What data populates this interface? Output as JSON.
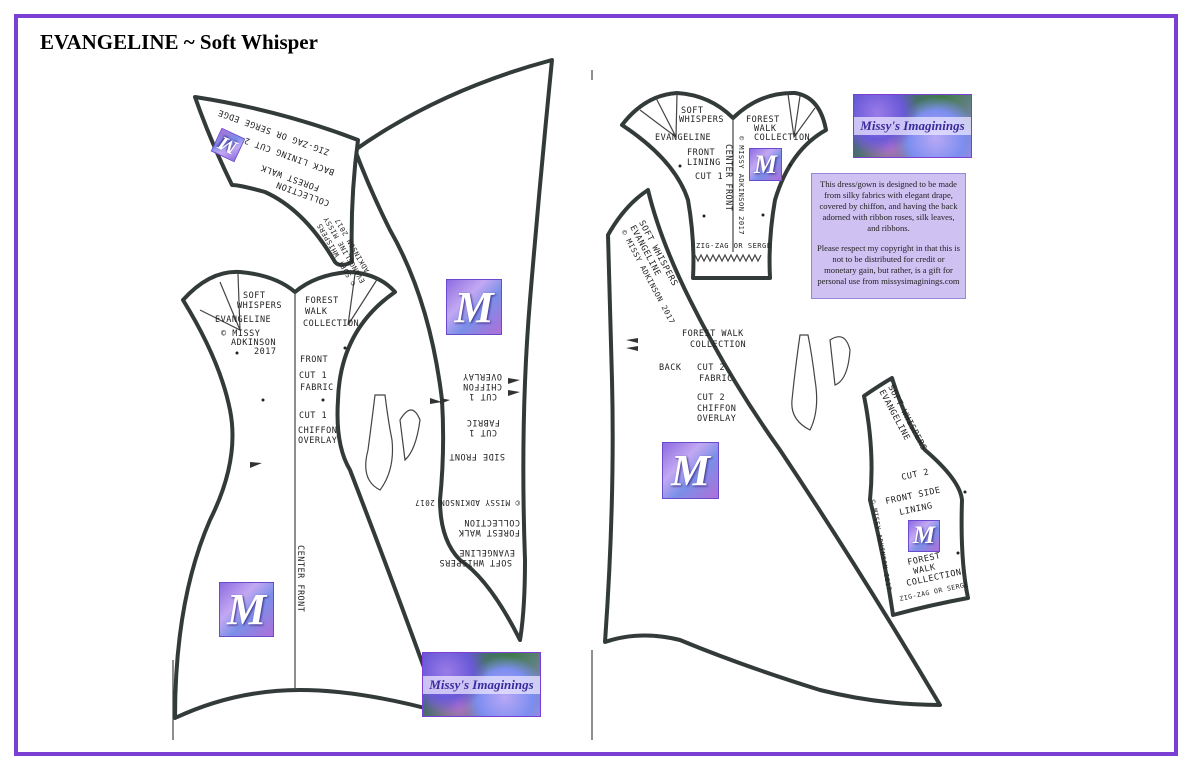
{
  "title": "EVANGELINE ~ Soft Whisper",
  "colors": {
    "border": "#7b3fd4",
    "info_bg": "#cfc1f1",
    "outline": "#333a3a"
  },
  "info_box": {
    "paragraph1": "This dress/gown is designed to be made from silky fabrics with elegant drape, covered by chiffon, and having the back adorned with ribbon roses, silk leaves, and ribbons.",
    "paragraph2": "Please respect my copyright in that this is not to be distributed for credit or monetary gain, but rather, is a gift for personal use from missysimaginings.com"
  },
  "logo": {
    "banner_text": "Missy's Imaginings",
    "monogram": "M"
  },
  "pieces": {
    "front": {
      "soft": "SOFT",
      "whispers": "WHISPERS",
      "evangeline": "EVANGELINE",
      "copyright": "© MISSY",
      "adkinson": "ADKINSON",
      "year": "2017",
      "forest": "FOREST",
      "walk": "WALK",
      "collection": "COLLECTION",
      "name": "FRONT",
      "cut1": "CUT 1",
      "fabric": "FABRIC",
      "cut1b": "CUT 1",
      "chiffon": "CHIFFON",
      "overlay": "OVERLAY",
      "center_front": "CENTER FRONT"
    },
    "side_front": {
      "name": "SIDE FRONT",
      "cut1": "CUT 1",
      "fabric": "FABRIC",
      "cut1b": "CUT 1",
      "chiffon": "CHIFFON",
      "overlay": "OVERLAY",
      "copyright": "© MISSY ADKINSON 2017",
      "forest_walk": "FOREST WALK",
      "collection": "COLLECTION",
      "soft": "SOFT WHISPERS",
      "evangeline": "EVANGELINE"
    },
    "back_lining": {
      "zigzag": "ZIG-ZAG OR SERGE EDGE",
      "name": "BACK LINING CUT 2",
      "forest_walk": "FOREST WALK",
      "collection": "COLLECTION",
      "credit": "© SOFT WHISPERS EVANGELINE MISSY ADKINSON 2017"
    },
    "front_lining": {
      "soft": "SOFT",
      "whispers": "WHISPERS",
      "evangeline": "EVANGELINE",
      "name": "FRONT",
      "lining": "LINING",
      "cut": "CUT 1",
      "forest": "FOREST",
      "walk": "WALK",
      "collection": "COLLECTION",
      "center_front": "CENTER FRONT",
      "copyright": "© MISSY ADKINSON 2017",
      "zigzag": "ZIG-ZAG OR SERGE"
    },
    "back": {
      "soft": "SOFT WHISPERS",
      "evangeline": "EVANGELINE",
      "copyright": "© MISSY ADKINSON 2017",
      "forest_walk": "FOREST WALK",
      "collection": "COLLECTION",
      "name": "BACK",
      "cut2": "CUT 2",
      "fabric": "FABRIC",
      "cut2b": "CUT 2",
      "chiffon": "CHIFFON",
      "overlay": "OVERLAY"
    },
    "front_side_lining": {
      "soft": "SOFT WHISPERS",
      "evangeline": "EVANGELINE",
      "cut": "CUT 2",
      "name": "FRONT SIDE",
      "lining": "LINING",
      "copyright": "© MISSY ADKINSON 2017",
      "forest": "FOREST",
      "walk": "WALK",
      "collection": "COLLECTION",
      "zigzag": "ZIG-ZAG OR SERGE"
    }
  }
}
